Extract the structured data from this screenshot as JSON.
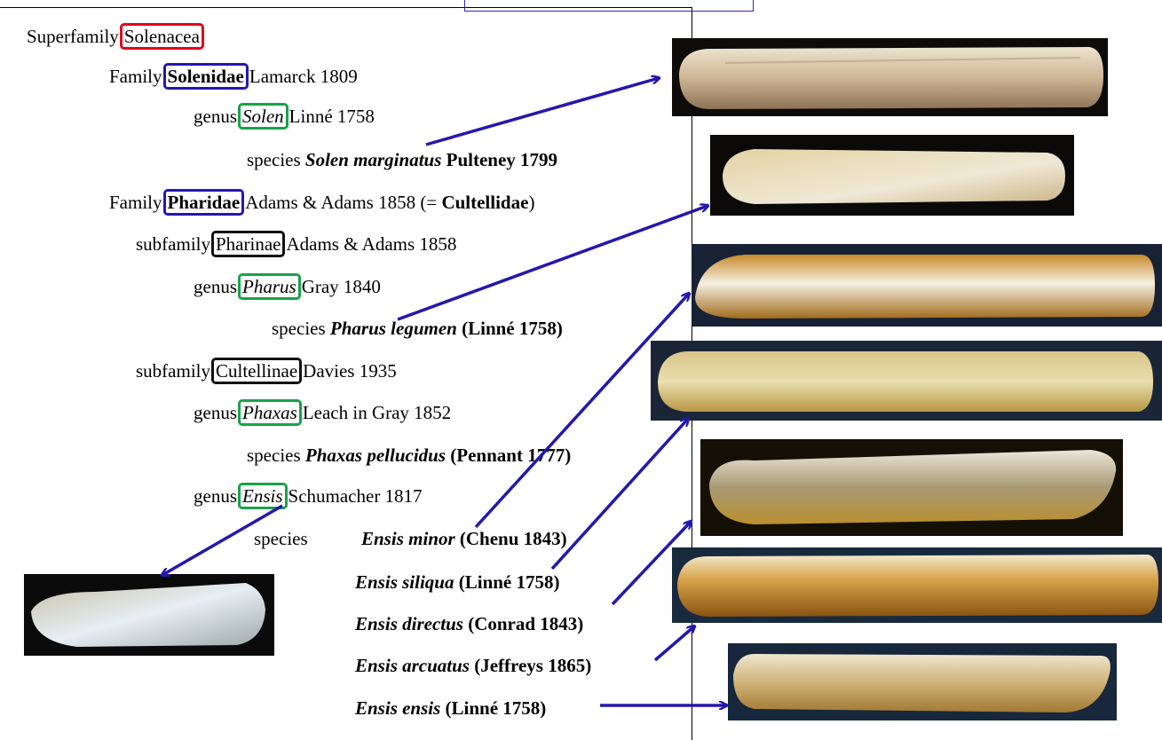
{
  "taxonomy": {
    "superfamily": {
      "rank": "Superfamily",
      "name": "Solenacea"
    },
    "solenidae": {
      "rank": "Family",
      "name": "Solenidae",
      "author": "Lamarck 1809"
    },
    "solen": {
      "rank": "genus",
      "name": "Solen",
      "author": "Linné 1758"
    },
    "solen_marginatus": {
      "rank": "species",
      "name": "Solen marginatus",
      "author": "Pulteney 1799"
    },
    "pharidae": {
      "rank": "Family",
      "name": "Pharidae",
      "author": "Adams & Adams 1858 (=",
      "synonym": "Cultellidae",
      "close": ")"
    },
    "pharinae": {
      "rank": "subfamily",
      "name": "Pharinae",
      "author": "Adams & Adams 1858"
    },
    "pharus": {
      "rank": "genus",
      "name": "Pharus",
      "author": "Gray 1840"
    },
    "pharus_legumen": {
      "rank": "species",
      "name": "Pharus legumen",
      "author": "(Linné 1758)"
    },
    "cultellinae": {
      "rank": "subfamily",
      "name": "Cultellinae",
      "author": "Davies 1935"
    },
    "phaxas": {
      "rank": "genus",
      "name": "Phaxas",
      "author": "Leach in Gray 1852"
    },
    "phaxas_pellucidus": {
      "rank": "species",
      "name": "Phaxas pellucidus",
      "author": "(Pennant 1777)"
    },
    "ensis": {
      "rank": "genus",
      "name": "Ensis",
      "author": "Schumacher 1817"
    },
    "ensis_species_label": "species",
    "ensis_species": [
      {
        "name": "Ensis minor",
        "author": "(Chenu 1843)"
      },
      {
        "name": "Ensis siliqua",
        "author": "(Linné 1758)"
      },
      {
        "name": "Ensis directus",
        "author": "(Conrad 1843)"
      },
      {
        "name": "Ensis arcuatus",
        "author": "(Jeffreys 1865)"
      },
      {
        "name": "Ensis ensis",
        "author": "(Linné 1758)"
      }
    ]
  },
  "colors": {
    "superfamily_box": "#e3001b",
    "family_box": "#2417b0",
    "subfamily_box": "#111111",
    "genus_box": "#18a24a",
    "arrow": "#2417b0"
  }
}
